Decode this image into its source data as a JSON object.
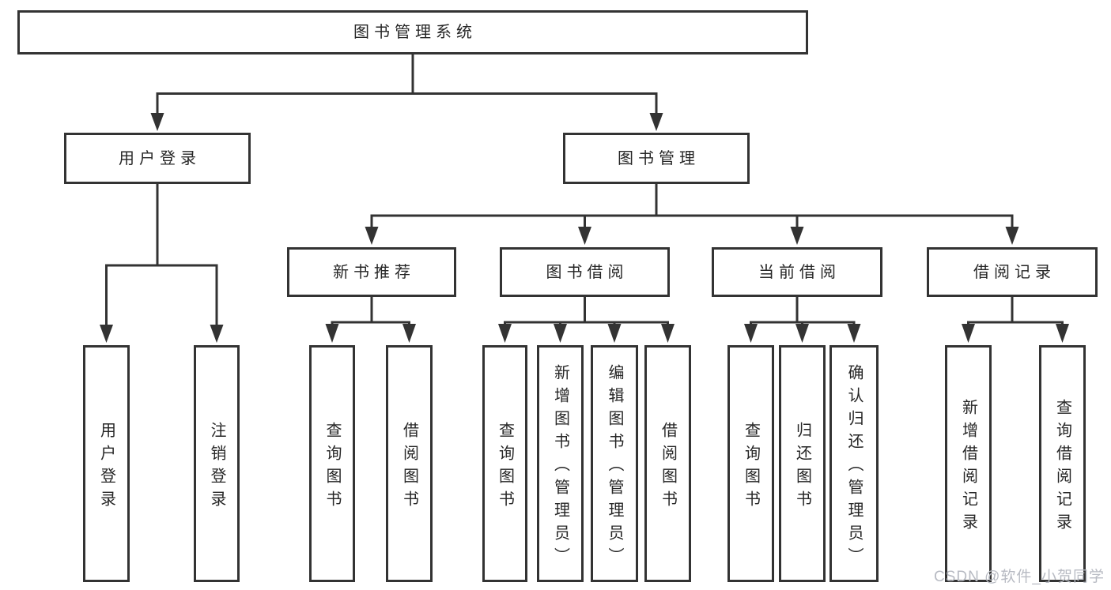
{
  "diagram": {
    "title": "图书管理系统",
    "nodes": {
      "root": {
        "label": "图书管理系统"
      },
      "user_login": {
        "label": "用户登录"
      },
      "book_mgmt": {
        "label": "图书管理"
      },
      "new_book_rec": {
        "label": "新书推荐"
      },
      "book_borrow": {
        "label": "图书借阅"
      },
      "current_borrow": {
        "label": "当前借阅"
      },
      "borrow_record": {
        "label": "借阅记录"
      },
      "login_leaf": {
        "label": "用户登录"
      },
      "logout_leaf": {
        "label": "注销登录"
      },
      "rec_query_books": {
        "label": "查询图书"
      },
      "rec_borrow_books": {
        "label": "借阅图书"
      },
      "bb_query_books": {
        "label": "查询图书"
      },
      "bb_add_books": {
        "label": "新增图书（管理员）"
      },
      "bb_edit_books": {
        "label": "编辑图书（管理员）"
      },
      "bb_borrow_books": {
        "label": "借阅图书"
      },
      "cb_query_books": {
        "label": "查询图书"
      },
      "cb_return_books": {
        "label": "归还图书"
      },
      "cb_confirm_return": {
        "label": "确认归还（管理员）"
      },
      "br_add_record": {
        "label": "新增借阅记录"
      },
      "br_query_record": {
        "label": "查询借阅记录"
      }
    }
  },
  "watermark": {
    "text": "CSDN @软件_小贺同学"
  },
  "colors": {
    "line": "#333333",
    "text": "#262626",
    "page_background": "#ffffff",
    "box_background": "#ffffff",
    "watermark": "#b8bbc3"
  }
}
